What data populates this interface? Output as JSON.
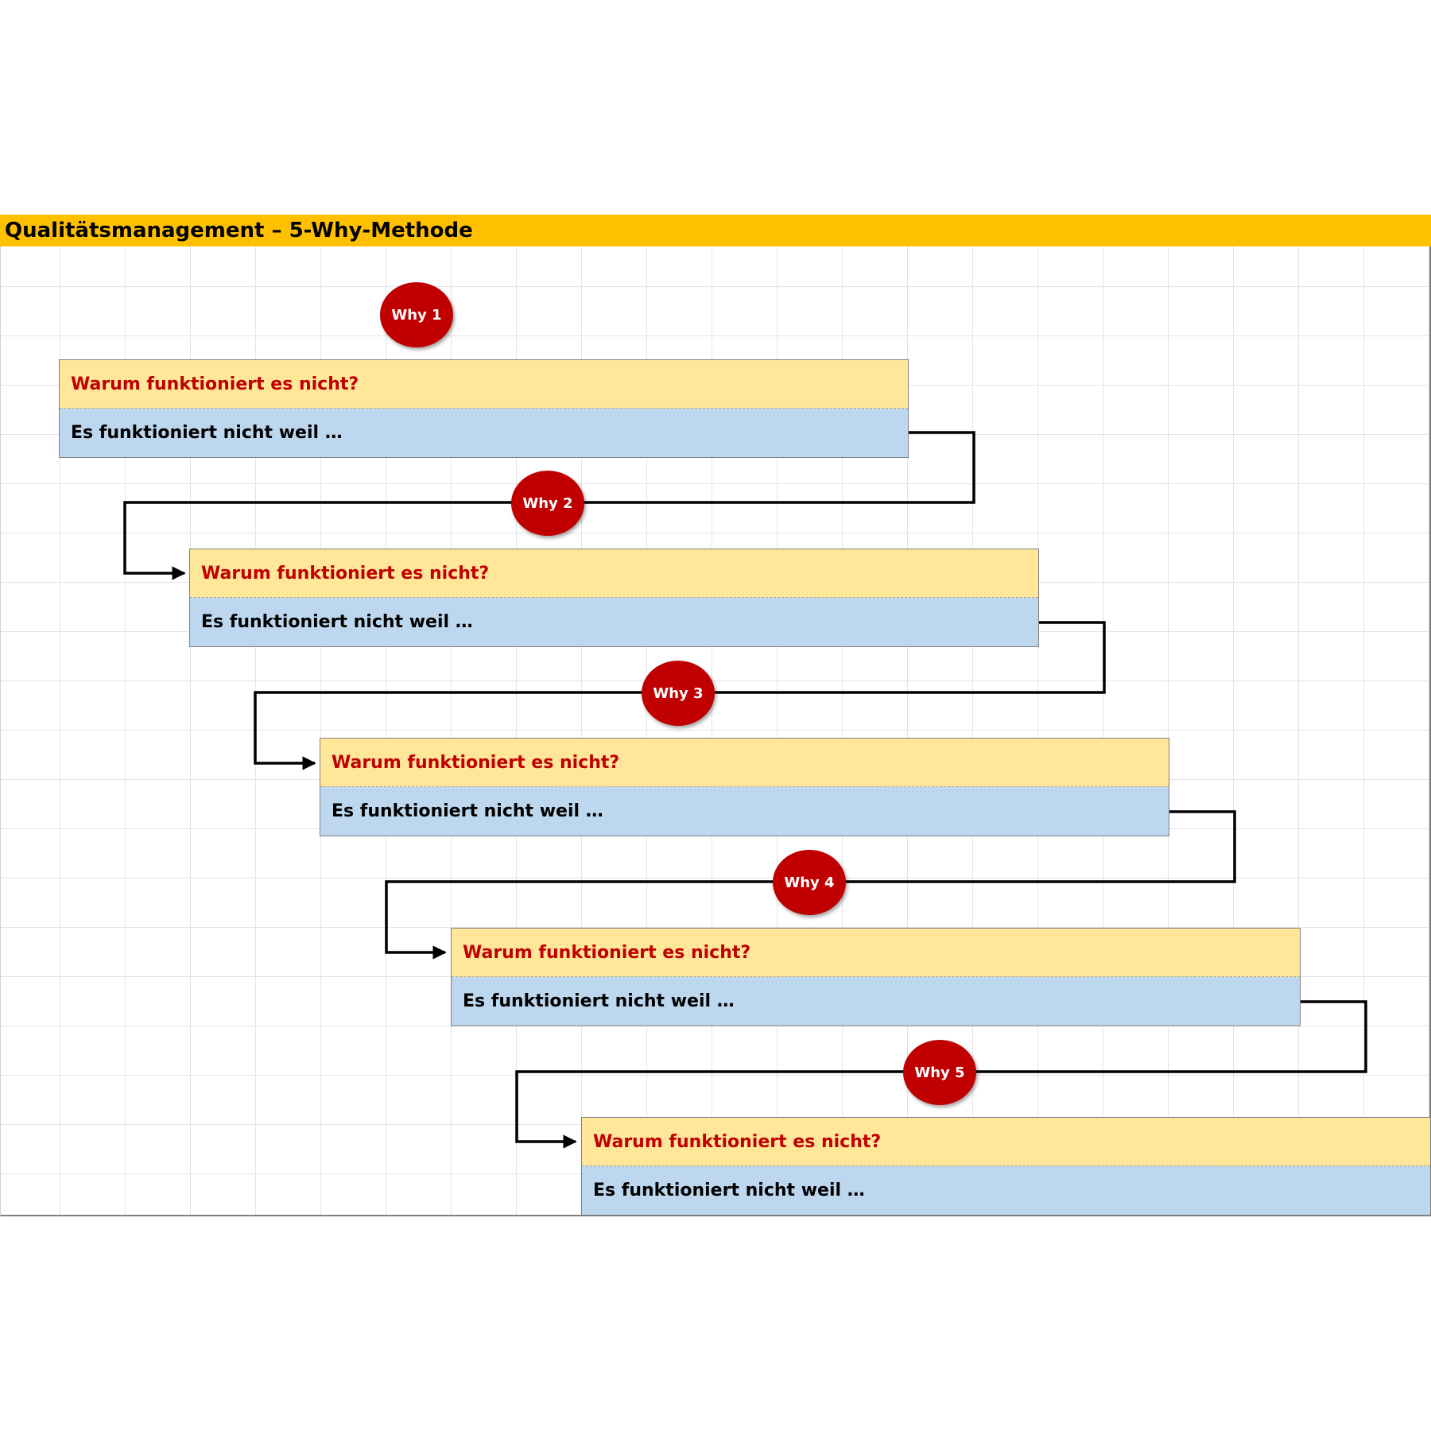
{
  "title": "Qualitätsmanagement – 5-Why-Methode",
  "colors": {
    "title_bar": "#ffc000",
    "question_fill": "#ffe699",
    "question_text": "#c00000",
    "answer_fill": "#bdd7ee",
    "answer_text": "#000000",
    "badge_fill": "#c00000",
    "badge_text": "#ffffff",
    "connector": "#000000"
  },
  "steps": [
    {
      "badge": "Why 1",
      "question": "Warum funktioniert es nicht?",
      "answer": "Es funktioniert nicht weil …"
    },
    {
      "badge": "Why 2",
      "question": "Warum funktioniert es nicht?",
      "answer": "Es funktioniert nicht weil …"
    },
    {
      "badge": "Why 3",
      "question": "Warum funktioniert es nicht?",
      "answer": "Es funktioniert nicht weil …"
    },
    {
      "badge": "Why 4",
      "question": "Warum funktioniert es nicht?",
      "answer": "Es funktioniert nicht weil …"
    },
    {
      "badge": "Why 5",
      "question": "Warum funktioniert es nicht?",
      "answer": "Es funktioniert nicht weil …"
    }
  ]
}
